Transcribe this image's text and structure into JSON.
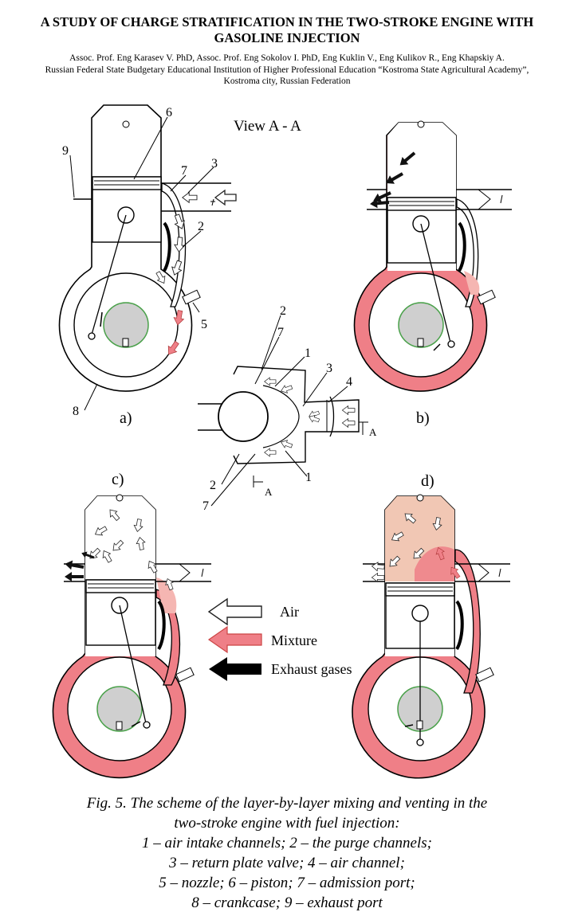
{
  "paper": {
    "title_line1": "A STUDY OF CHARGE STRATIFICATION IN THE TWO-STROKE ENGINE WITH",
    "title_line2": "GASOLINE INJECTION",
    "authors": "Assoc. Prof. Eng Karasev V. PhD, Assoc. Prof. Eng Sokolov I. PhD, Eng Kuklin V., Eng Kulikov R., Eng Khapskiy A.",
    "affiliation": "Russian Federal State Budgetary Educational Institution of Higher Professional Education “Kostroma State Agricultural Academy”,",
    "location": "Kostroma city, Russian Federation"
  },
  "figure": {
    "view_label": "View A - A",
    "panel_labels": {
      "a": "a)",
      "b": "b)",
      "c": "c)",
      "d": "d)"
    },
    "section_marker": "A",
    "callouts": {
      "n9": "9",
      "n6": "6",
      "n7": "7",
      "n3": "3",
      "n2": "2",
      "n5": "5",
      "n8": "8",
      "center_n2": "2",
      "center_n7": "7",
      "center_n1": "1",
      "center_n3": "3",
      "center_n4": "4",
      "center_n2b": "2",
      "center_n7b": "7",
      "center_n1b": "1"
    },
    "legend": [
      {
        "label": "Air",
        "color": "#ffffff"
      },
      {
        "label": "Mixture",
        "color": "#ef7f87"
      },
      {
        "label": "Exhaust gases",
        "color": "#000000"
      }
    ],
    "colors": {
      "mixture": "#ef7f87",
      "mixture_light": "#f5b6b2",
      "exhaust_fill": "#f1c7b4",
      "shaft": "#cfcfcf",
      "shaft_ring": "#4aa14a"
    }
  },
  "caption": {
    "line1": "Fig. 5. The scheme of the layer-by-layer mixing and venting in the",
    "line2": "two-stroke engine with fuel injection:",
    "line3": "1 – air intake channels; 2 – the purge channels;",
    "line4": "3 – return plate valve; 4 – air channel;",
    "line5": "5 – nozzle; 6 – piston; 7 – admission port;",
    "line6": "8 – crankcase; 9 – exhaust port"
  }
}
